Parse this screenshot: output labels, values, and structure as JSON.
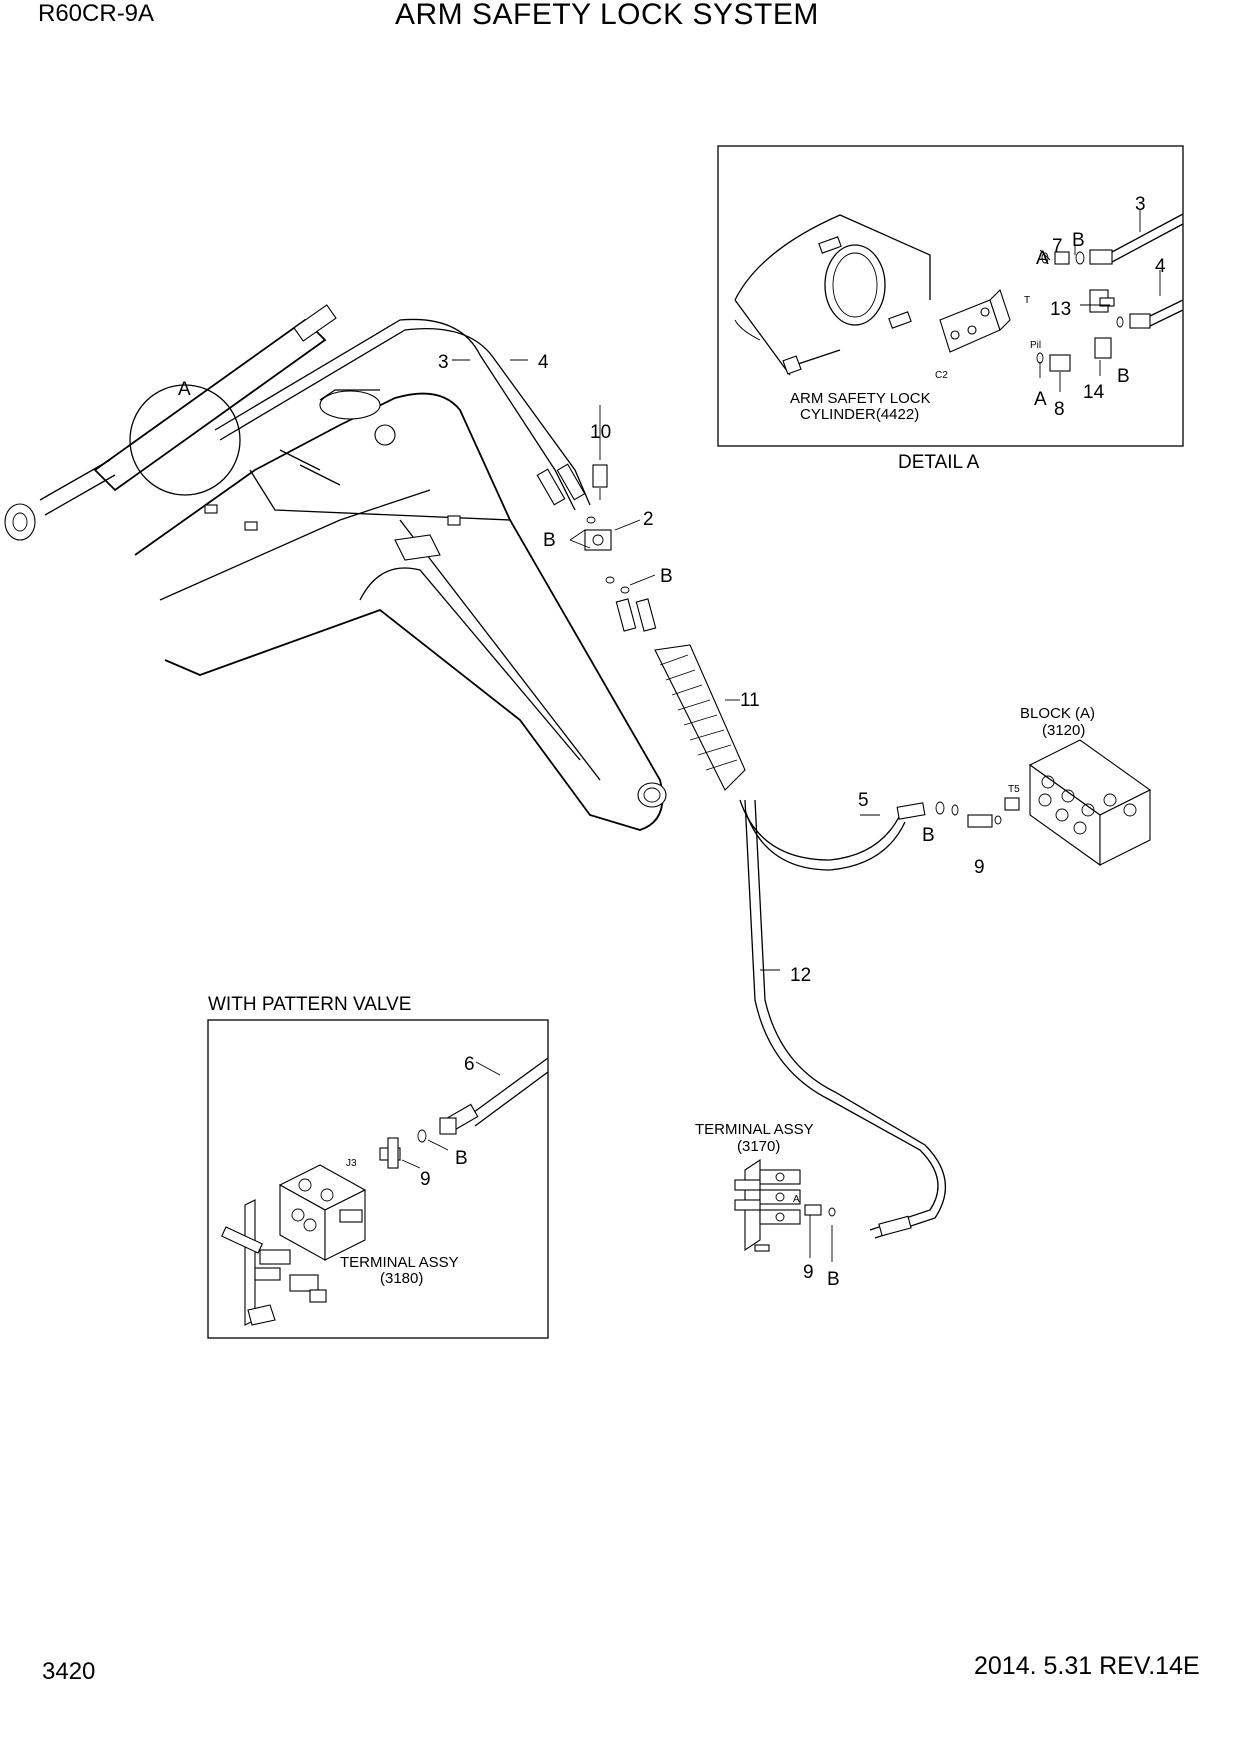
{
  "header": {
    "model": "R60CR-9A",
    "title": "ARM SAFETY LOCK SYSTEM"
  },
  "footer": {
    "page_number": "3420",
    "revision": "2014. 5.31  REV.14E"
  },
  "detail_a": {
    "caption": "DETAIL A",
    "cylinder_label_line1": "ARM SAFETY LOCK",
    "cylinder_label_line2": "CYLINDER(4422)",
    "port_t": "T",
    "port_pil": "Pil",
    "port_c2": "C2",
    "callouts": [
      "3",
      "4",
      "7",
      "13",
      "14",
      "8",
      "A",
      "A",
      "B",
      "B"
    ]
  },
  "main": {
    "detail_marker": "A",
    "callouts": [
      "3",
      "4",
      "10",
      "2",
      "11",
      "5",
      "9",
      "12",
      "9",
      "B",
      "B",
      "B",
      "B"
    ],
    "block_label_line1": "BLOCK (A)",
    "block_label_line2": "(3120)",
    "port_t5": "T5",
    "terminal_label_line1": "TERMINAL ASSY",
    "terminal_label_line2": "(3170)",
    "terminal_port": "A"
  },
  "pattern_valve": {
    "caption": "WITH PATTERN VALVE",
    "terminal_label_line1": "TERMINAL ASSY",
    "terminal_label_line2": "(3180)",
    "port_j3": "J3",
    "callouts": [
      "6",
      "9",
      "B"
    ]
  }
}
